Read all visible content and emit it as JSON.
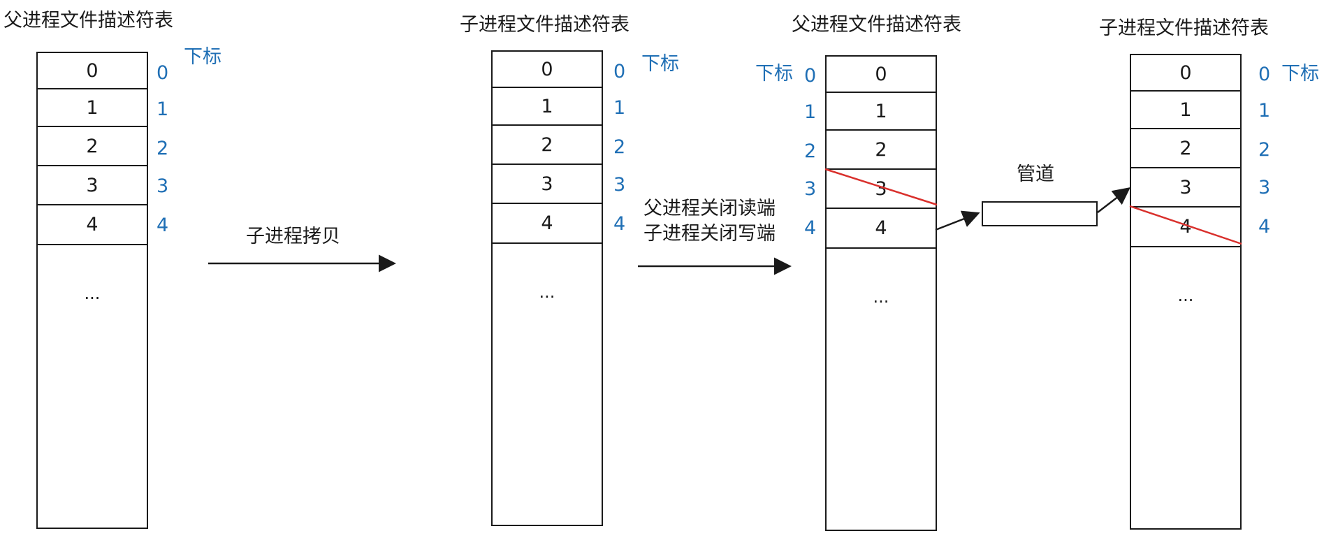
{
  "tables": [
    {
      "title": "父进程文件描述符表",
      "cells": [
        "0",
        "1",
        "2",
        "3",
        "4"
      ],
      "ellipsis": "...",
      "indices": [
        "0",
        "1",
        "2",
        "3",
        "4"
      ],
      "index_label": "下标"
    },
    {
      "title": "子进程文件描述符表",
      "cells": [
        "0",
        "1",
        "2",
        "3",
        "4"
      ],
      "ellipsis": "...",
      "indices": [
        "0",
        "1",
        "2",
        "3",
        "4"
      ],
      "index_label": "下标"
    },
    {
      "title": "父进程文件描述符表",
      "cells": [
        "0",
        "1",
        "2",
        "3",
        "4"
      ],
      "ellipsis": "...",
      "indices": [
        "0",
        "1",
        "2",
        "3",
        "4"
      ],
      "index_label": "下标"
    },
    {
      "title": "子进程文件描述符表",
      "cells": [
        "0",
        "1",
        "2",
        "3",
        "4"
      ],
      "ellipsis": "...",
      "indices": [
        "0",
        "1",
        "2",
        "3",
        "4"
      ],
      "index_label": "下标"
    }
  ],
  "arrows": {
    "copy_label": "子进程拷贝",
    "close_label_line1": "父进程关闭读端",
    "close_label_line2": "子进程关闭写端",
    "pipe_label": "管道"
  },
  "colors": {
    "index": "#1f6fb5",
    "cross_out": "#d9302c",
    "line": "#1a1a1a"
  }
}
